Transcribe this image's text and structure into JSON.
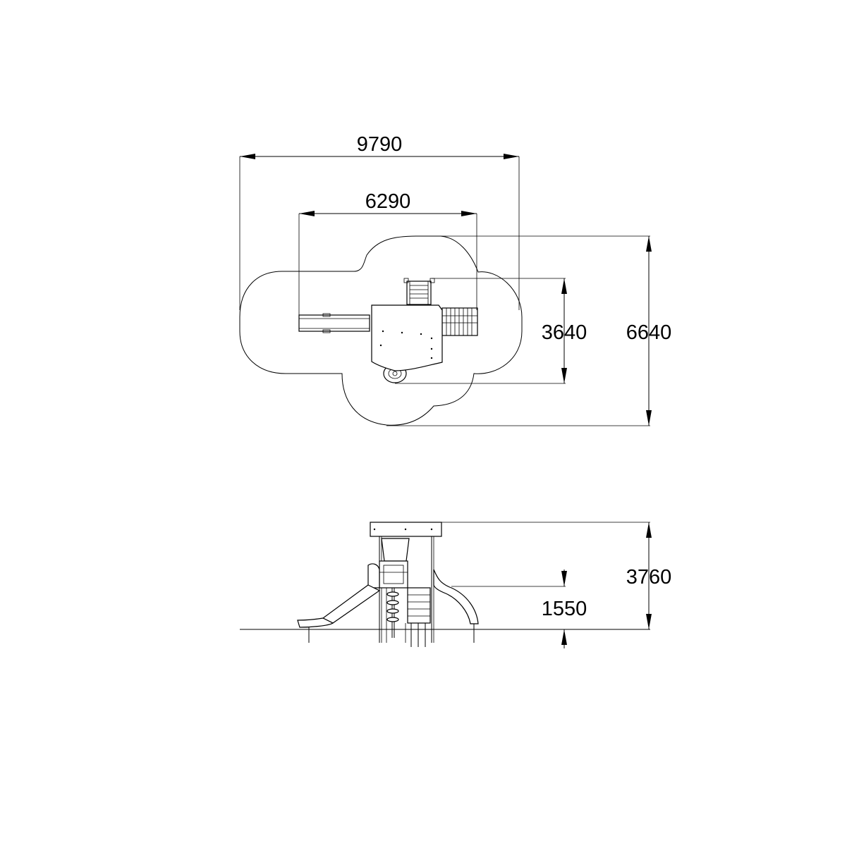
{
  "plan_view": {
    "dimensions": {
      "overall_width": "9790",
      "inner_width": "6290",
      "inner_depth": "3640",
      "overall_depth": "6640"
    }
  },
  "elevation_view": {
    "dimensions": {
      "overall_height": "3760",
      "platform_height": "1550"
    }
  },
  "colors": {
    "line": "#000000",
    "background": "#ffffff"
  }
}
